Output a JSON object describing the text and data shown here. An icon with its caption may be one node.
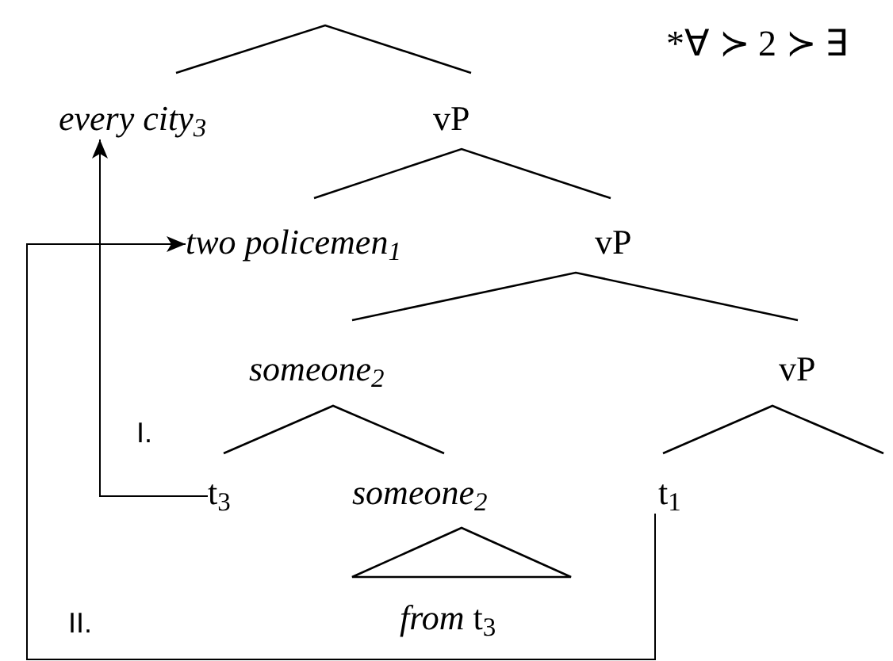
{
  "diagram": {
    "nodes": [
      {
        "text": [
          "every city$_{3}$"
        ]
      },
      {
        "text": [
          "vP"
        ]
      },
      {
        "text": [
          "two policemen$_{1}$"
        ]
      },
      {
        "text": [
          "vP"
        ]
      },
      {
        "text": [
          "someone$_{2}$"
        ]
      },
      {
        "text": [
          "vP"
        ]
      },
      {
        "text": [
          "t$_{3}$"
        ]
      },
      {
        "text": [
          "someone$_{2}$"
        ]
      },
      {
        "text": [
          "t$_{1}$"
        ]
      },
      {
        "text": [
          "*from* t$_{3}$"
        ]
      }
    ],
    "edges": [
      {
        "from": 6,
        "to": 0,
        "arrow": "to",
        "label": "I."
      },
      {
        "from": 8,
        "to": 2,
        "arrow": "to",
        "label": "II."
      }
    ],
    "labels": [
      "*∀ ≻ 2 ≻ ∃"
    ]
  }
}
